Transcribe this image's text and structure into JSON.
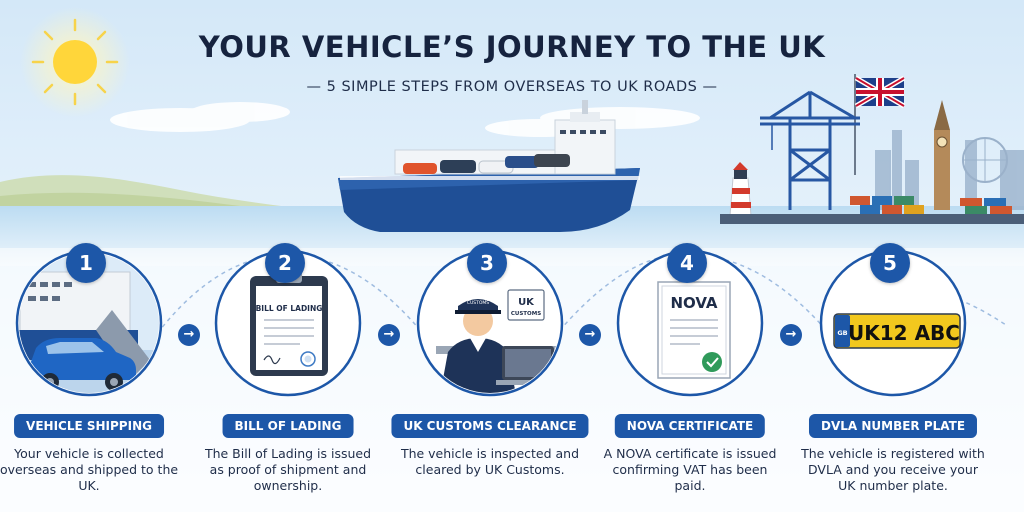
{
  "header": {
    "title": "YOUR VEHICLE’S JOURNEY TO THE UK",
    "subtitle": "— 5 SIMPLE STEPS FROM OVERSEAS TO UK ROADS —"
  },
  "colors": {
    "primary_blue": "#1d57a8",
    "navy_text": "#16233f",
    "sky_light": "#e6f2fc",
    "plate_yellow": "#f2c81e"
  },
  "steps": [
    {
      "number": "1",
      "title": "VEHICLE SHIPPING",
      "description": "Your vehicle is collected overseas and shipped to the UK.",
      "illustration": "car-ship-icon"
    },
    {
      "number": "2",
      "title": "BILL OF LADING",
      "description": "The Bill of Lading is issued as proof of shipment and ownership.",
      "illustration": "clipboard-document-icon",
      "doc_heading": "BILL OF LADING"
    },
    {
      "number": "3",
      "title": "UK CUSTOMS CLEARANCE",
      "description": "The vehicle is inspected and cleared by UK Customs.",
      "illustration": "customs-officer-icon",
      "sign_line1": "UK",
      "sign_line2": "CUSTOMS",
      "cap_label": "CUSTOMS"
    },
    {
      "number": "4",
      "title": "NOVA CERTIFICATE",
      "description": "A NOVA certificate is issued confirming VAT has been paid.",
      "illustration": "certificate-icon",
      "doc_heading": "NOVA"
    },
    {
      "number": "5",
      "title": "DVLA NUMBER PLATE",
      "description": "The vehicle is registered with DVLA and you receive your UK number plate.",
      "illustration": "number-plate-icon",
      "plate_text": "UK12 ABC",
      "plate_badge": "GB"
    }
  ],
  "icons": {
    "connector": "arrow-right-icon",
    "sun": "sun-icon",
    "flag": "union-flag-icon",
    "crane": "port-crane-icon",
    "ship": "cargo-ship-icon",
    "lighthouse": "lighthouse-icon",
    "skyline": "london-skyline-icon"
  }
}
